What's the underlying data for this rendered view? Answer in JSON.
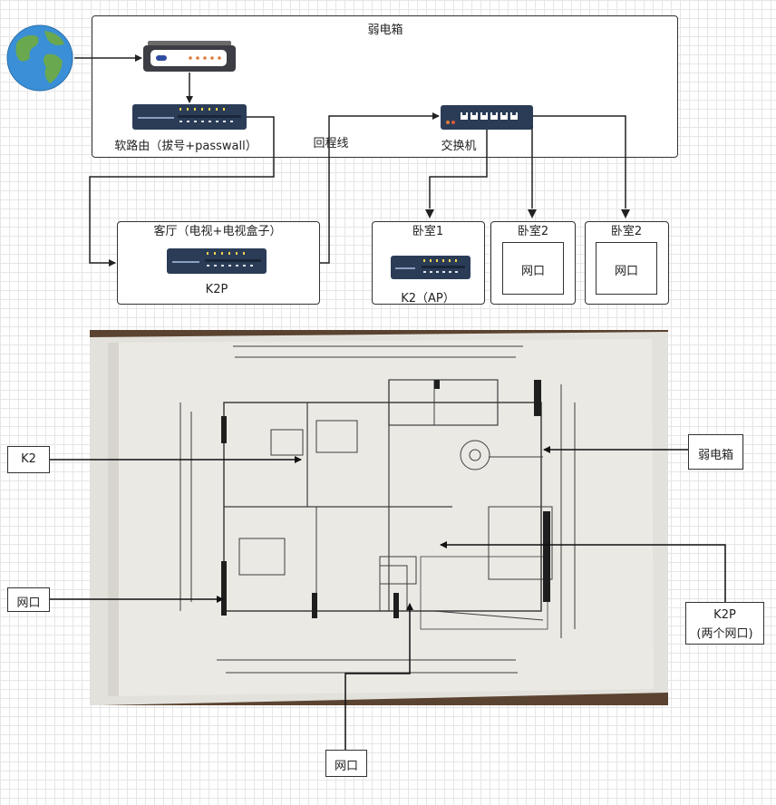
{
  "cabinet": {
    "title": "弱电箱"
  },
  "devices": {
    "soft_router_label": "软路由（拔号+passwall）",
    "switch_label": "交换机",
    "backhaul_label": "回程线"
  },
  "rooms": {
    "living": {
      "title": "客厅（电视+电视盒子）",
      "device_label": "K2P"
    },
    "bedroom1": {
      "title": "卧室1",
      "device_label": "K2（AP）"
    },
    "bedroom2a": {
      "title": "卧室2",
      "port_label": "网口"
    },
    "bedroom2b": {
      "title": "卧室2",
      "port_label": "网口"
    }
  },
  "floorplan_callouts": {
    "k2": "K2",
    "weak_box": "弱电箱",
    "port_left": "网口",
    "k2p_line1": "K2P",
    "k2p_line2": "(两个网口)",
    "port_bottom": "网口"
  }
}
